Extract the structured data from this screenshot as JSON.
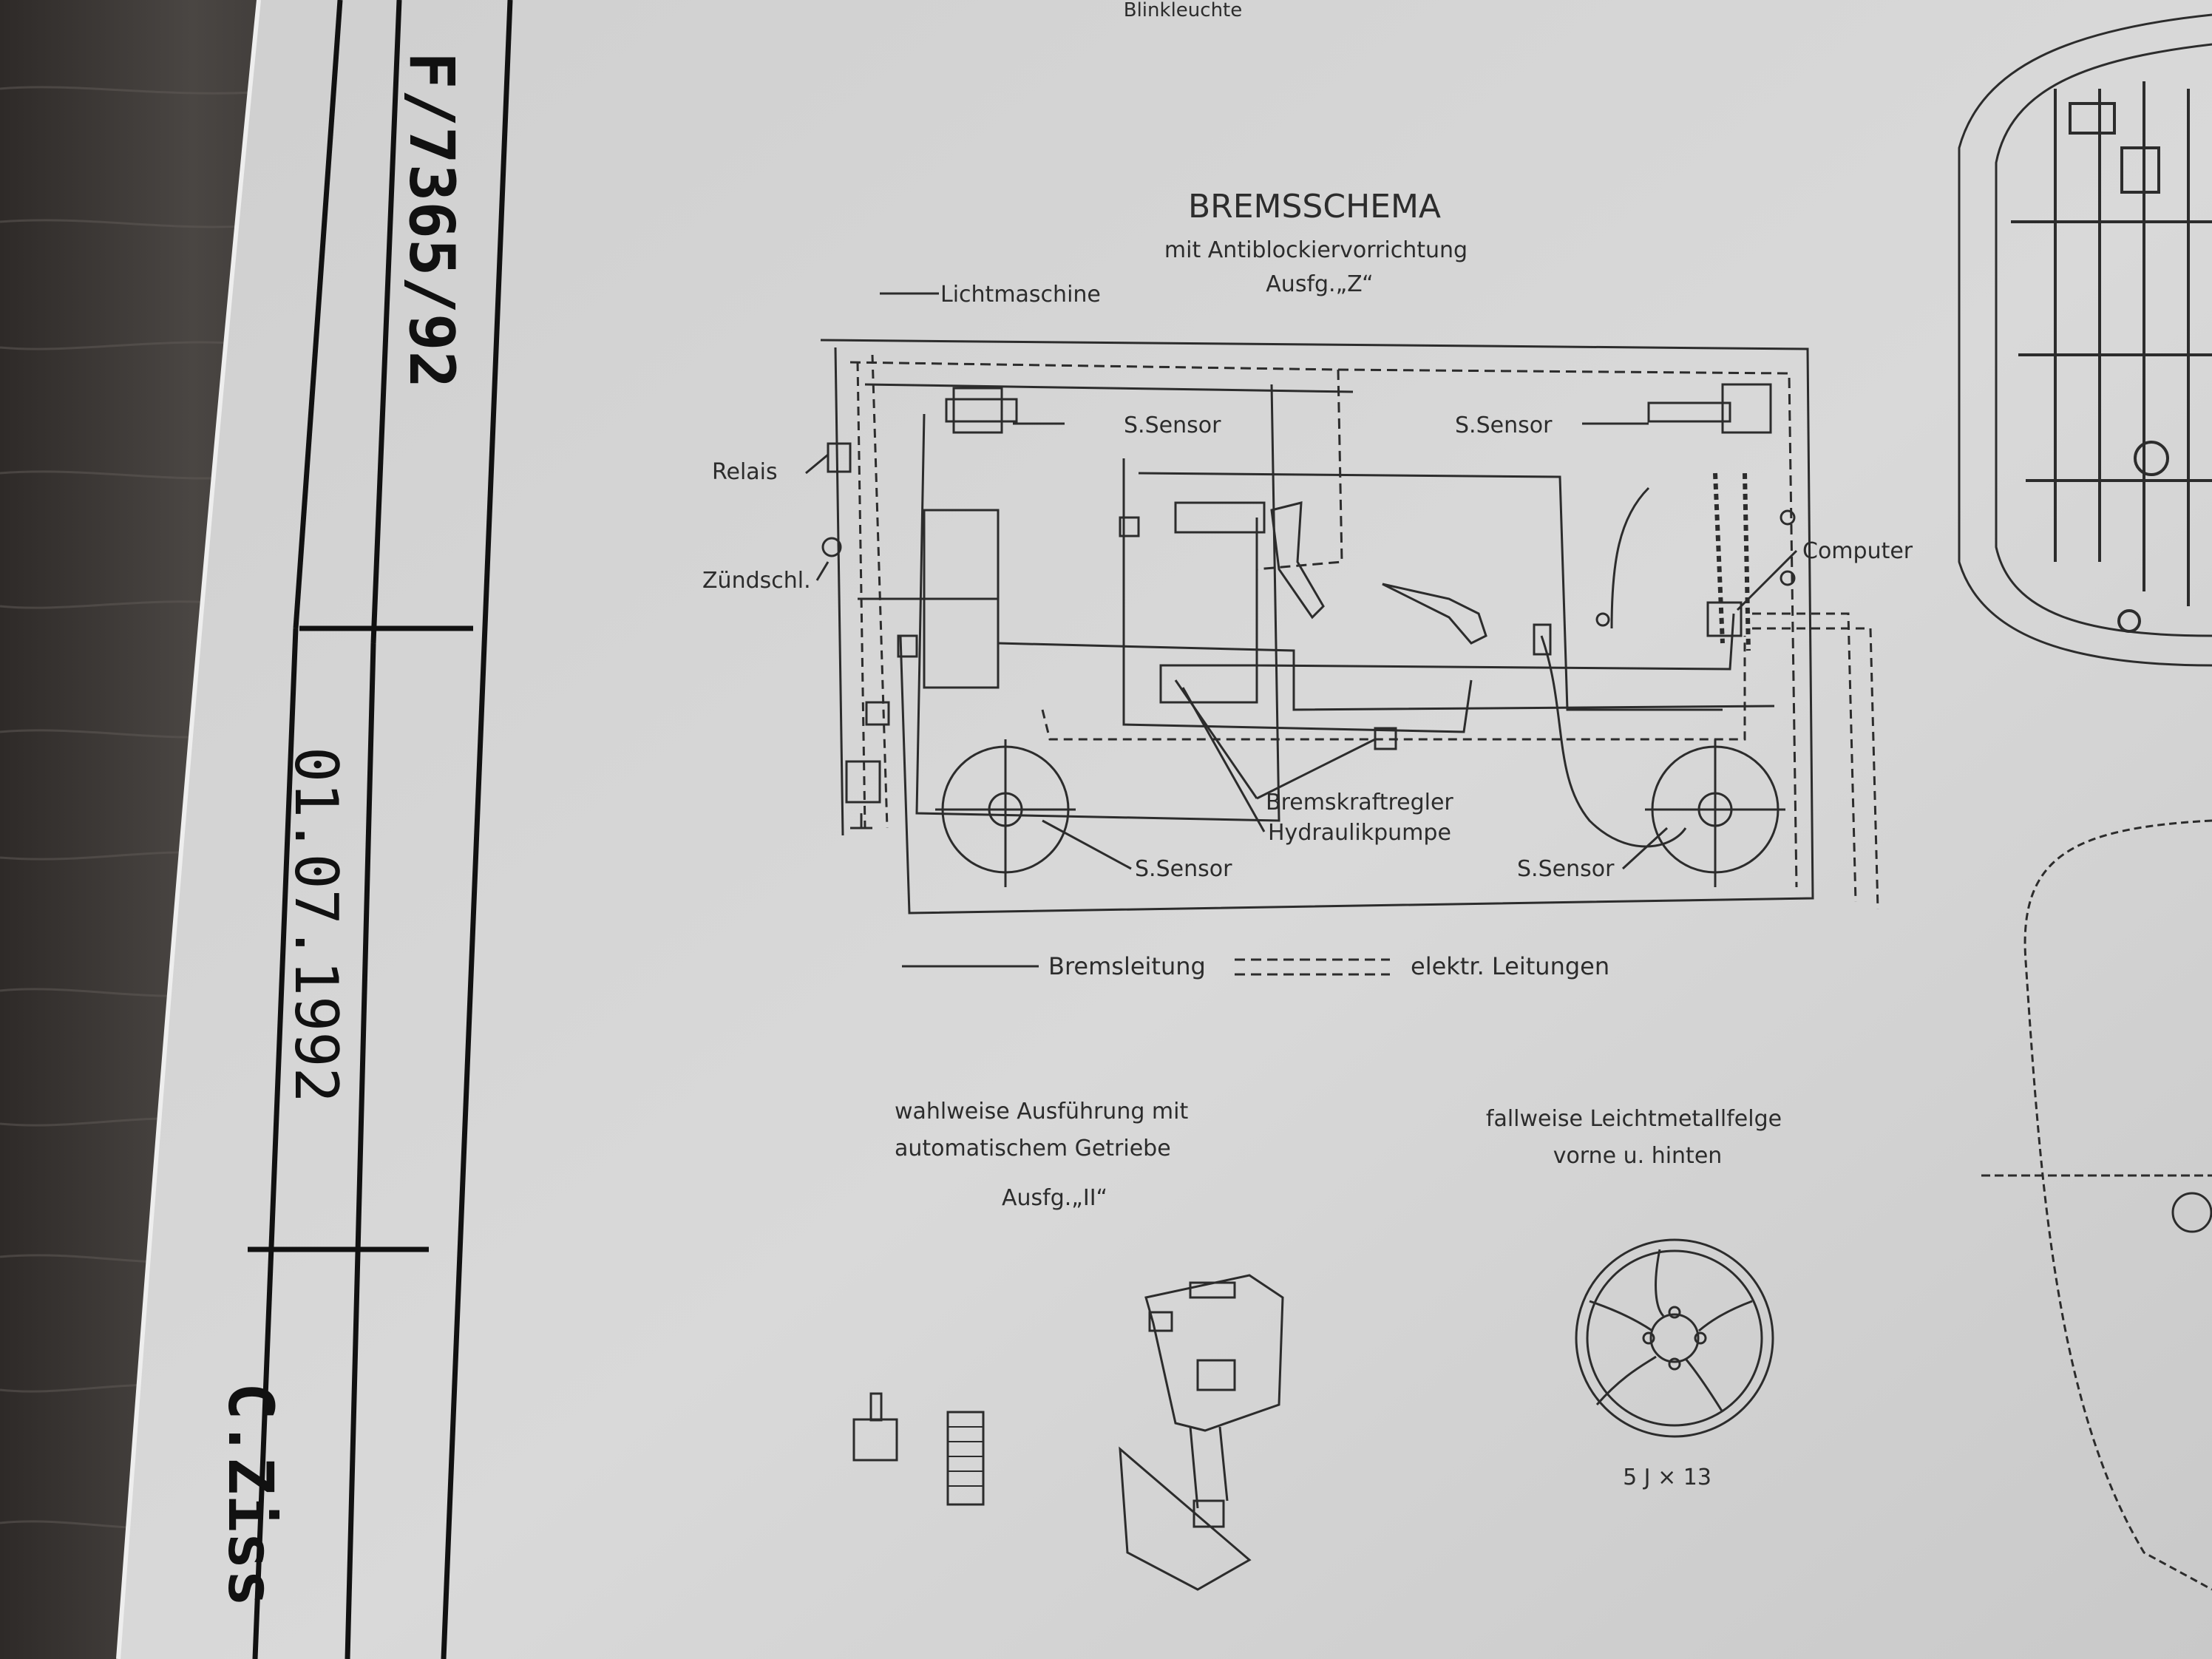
{
  "top_label": "Blinkleuchte",
  "doc_number": "F/7365/92",
  "doc_date": "01.07.1992",
  "doc_author": "C.Ziss",
  "diagram": {
    "title": "BREMSSCHEMA",
    "subtitle": "mit Antiblockiervorrichtung",
    "variant": "Ausfg.„Z“",
    "labels": {
      "lichtmaschine": "Lichtmaschine",
      "sensor_fl": "S.Sensor",
      "sensor_fr": "S.Sensor",
      "relais": "Relais",
      "zuendschl": "Zündschl.",
      "computer": "Computer",
      "bremskraftregler": "Bremskraftregler",
      "hydraulikpumpe": "Hydraulikpumpe",
      "sensor_rl": "S.Sensor",
      "sensor_rr": "S.Sensor"
    },
    "legend": {
      "brake_line": "Bremsleitung",
      "electric_lines": "elektr. Leitungen"
    }
  },
  "auto_trans": {
    "line1": "wahlweise Ausführung mit",
    "line2": "automatischem Getriebe",
    "line3": "Ausfg.„II“"
  },
  "rim": {
    "line1": "fallweise Leichtmetallfelge",
    "line2": "vorne u. hinten",
    "size": "5 J × 13"
  },
  "colors": {
    "paper": "#d6d6d6",
    "ink": "#2c2c2c",
    "wood": "#3a3634",
    "border": "#111111"
  }
}
